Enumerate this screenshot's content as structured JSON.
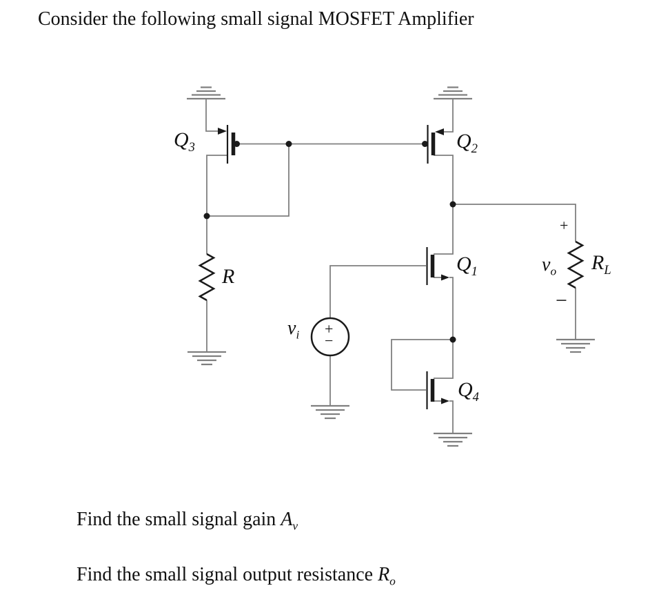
{
  "title": "Consider the following small signal MOSFET Amplifier",
  "questions": {
    "gain": {
      "text": "Find the small signal gain ",
      "var": {
        "main": "A",
        "sub": "v"
      }
    },
    "rout": {
      "text": "Find the small signal output resistance ",
      "var": {
        "main": "R",
        "sub": "o"
      }
    }
  },
  "schematic": {
    "labels": {
      "q3": {
        "main": "Q",
        "sub": "3"
      },
      "q2": {
        "main": "Q",
        "sub": "2"
      },
      "q1": {
        "main": "Q",
        "sub": "1"
      },
      "q4": {
        "main": "Q",
        "sub": "4"
      },
      "r": {
        "main": "R",
        "sub": ""
      },
      "vi": {
        "main": "v",
        "sub": "i"
      },
      "vo": {
        "main": "v",
        "sub": "o"
      },
      "rl": {
        "main": "R",
        "sub": "L"
      },
      "out_plus": "+",
      "out_minus": "−",
      "src_plus": "+",
      "src_minus": "−"
    },
    "components": {
      "q3_type": "PMOS current-mirror reference (diode-connected via R branch)",
      "q2_type": "PMOS current-mirror output",
      "q1_type": "NMOS common-source amplifier",
      "q4_type": "NMOS diode-connected degeneration",
      "vi_type": "independent signal voltage source",
      "r_type": "bias resistor",
      "rl_type": "load resistor"
    },
    "colors": {
      "wire": "#7f7f7f",
      "device": "#1a1a1a",
      "text": "#111111",
      "background": "#ffffff"
    }
  }
}
